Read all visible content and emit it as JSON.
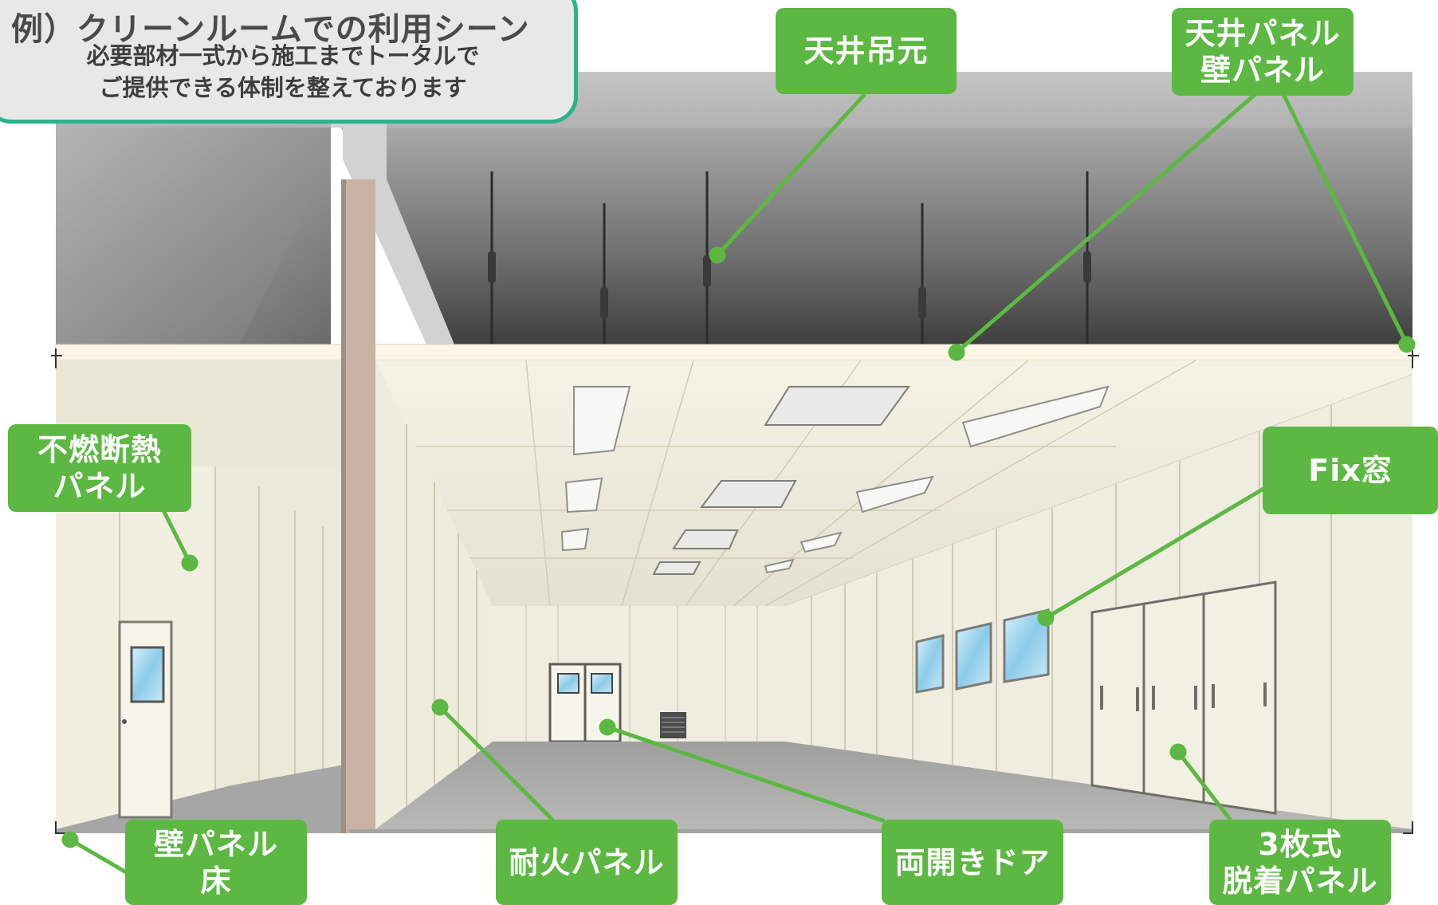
{
  "header": {
    "title": "例）クリーンルームでの利用シーン",
    "subtitle_line1": "必要部材一式から施工までトータルで",
    "subtitle_line2": "ご提供できる体制を整えております"
  },
  "labels": {
    "ceiling_hanger": "天井吊元",
    "ceiling_wall_panel_line1": "天井パネル",
    "ceiling_wall_panel_line2": "壁パネル",
    "nonflammable_panel_line1": "不燃断熱",
    "nonflammable_panel_line2": "パネル",
    "fix_window": "Fix窓",
    "wall_panel_floor_line1": "壁パネル",
    "wall_panel_floor_line2": "床",
    "fireproof_panel": "耐火パネル",
    "double_door": "両開きドア",
    "three_panel_line1": "3枚式",
    "three_panel_line2": "脱着パネル"
  },
  "colors": {
    "label_green": "#5cb843",
    "title_border": "#2bb38a",
    "title_bg": "#e8e8e8",
    "panel_cream": "#f1efdf",
    "ceiling_gray": "#8a8a8a",
    "floor_gray": "#9a9b99",
    "column_tan": "#c8b2a4",
    "window_blue": "#a8d8f0"
  }
}
